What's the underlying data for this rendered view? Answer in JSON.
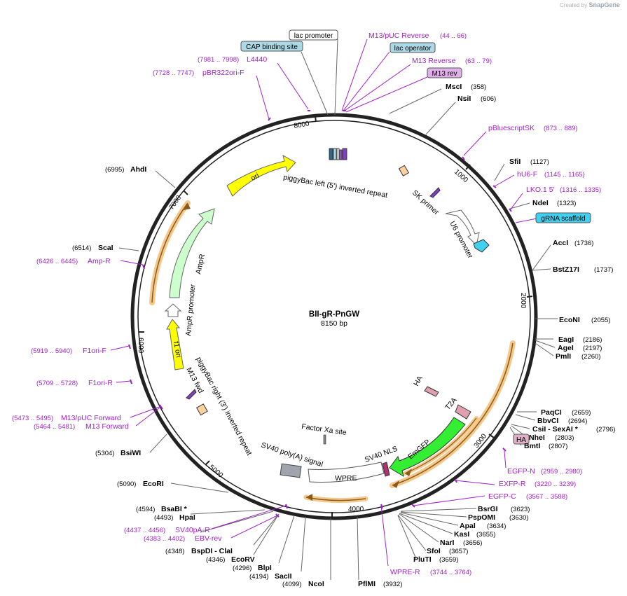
{
  "credit": {
    "prefix": "Created by",
    "brand": "SnapGene"
  },
  "plasmid": {
    "name": "BII-gR-PnGW",
    "size_label": "8150 bp",
    "length": 8150
  },
  "colors": {
    "ori": "#ffff00",
    "ampr": "#ccffcc",
    "promoter": "#ffffff",
    "egfp": "#33ee33",
    "orf": "#ffd8a0",
    "purple": "#a020c8",
    "dark": "#222222",
    "blue_box": "#add8e6",
    "pink_box": "#e0b0d0",
    "cyan_box": "#40d0f0"
  },
  "ticks": [
    "1000",
    "2000",
    "3000",
    "4000",
    "5000",
    "6000",
    "7000",
    "8000"
  ],
  "enzymes_right": [
    {
      "name": "MscI",
      "pos": "(358)"
    },
    {
      "name": "NsiI",
      "pos": "(606)"
    },
    {
      "name": "SfiI",
      "pos": "(1127)"
    },
    {
      "name": "NdeI",
      "pos": "(1323)"
    },
    {
      "name": "AccI",
      "pos": "(1736)"
    },
    {
      "name": "BstZ17I",
      "pos": "(1737)"
    },
    {
      "name": "EcoNI",
      "pos": "(2055)"
    },
    {
      "name": "EagI",
      "pos": "(2186)"
    },
    {
      "name": "AgeI",
      "pos": "(2197)"
    },
    {
      "name": "PmlI",
      "pos": "(2260)"
    },
    {
      "name": "PaqCI",
      "pos": "(2659)"
    },
    {
      "name": "BbvCI",
      "pos": "(2694)"
    },
    {
      "name": "CsiI - SexAI *",
      "pos": "(2796)"
    },
    {
      "name": "NheI",
      "pos": "(2803)"
    },
    {
      "name": "BmtI",
      "pos": "(2807)"
    },
    {
      "name": "BsrGI",
      "pos": "(3623)"
    },
    {
      "name": "PspOMI",
      "pos": "(3630)"
    },
    {
      "name": "ApaI",
      "pos": "(3634)"
    },
    {
      "name": "KasI",
      "pos": "(3655)"
    },
    {
      "name": "NarI",
      "pos": "(3656)"
    },
    {
      "name": "SfoI",
      "pos": "(3657)"
    },
    {
      "name": "PluTI",
      "pos": "(3659)"
    },
    {
      "name": "PflMI",
      "pos": "(3932)"
    }
  ],
  "enzymes_left": [
    {
      "name": "AhdI",
      "pos": "(6995)"
    },
    {
      "name": "ScaI",
      "pos": "(6514)"
    },
    {
      "name": "BsiWI",
      "pos": "(5304)"
    },
    {
      "name": "EcoRI",
      "pos": "(5090)"
    },
    {
      "name": "BsaBI *",
      "pos": "(4594)"
    },
    {
      "name": "HpaI",
      "pos": "(4493)"
    },
    {
      "name": "BspDI - ClaI",
      "pos": "(4348)"
    },
    {
      "name": "EcoRV",
      "pos": "(4346)"
    },
    {
      "name": "BlpI",
      "pos": "(4296)"
    },
    {
      "name": "SacII",
      "pos": "(4194)"
    },
    {
      "name": "NcoI",
      "pos": "(4099)"
    }
  ],
  "primers": [
    {
      "name": "M13/pUC Reverse",
      "pos": "(44 .. 66)"
    },
    {
      "name": "M13 Reverse",
      "pos": "(63 .. 79)"
    },
    {
      "name": "L4440",
      "pos": "(7981 .. 7998)"
    },
    {
      "name": "pBR322ori-F",
      "pos": "(7728 .. 7747)"
    },
    {
      "name": "pBluescriptSK",
      "pos": "(873 .. 889)"
    },
    {
      "name": "hU6-F",
      "pos": "(1145 .. 1165)"
    },
    {
      "name": "LKO.1 5'",
      "pos": "(1316 .. 1335)"
    },
    {
      "name": "EGFP-N",
      "pos": "(2959 .. 2980)"
    },
    {
      "name": "EXFP-R",
      "pos": "(3220 .. 3239)"
    },
    {
      "name": "EGFP-C",
      "pos": "(3567 .. 3588)"
    },
    {
      "name": "WPRE-R",
      "pos": "(3744 .. 3764)"
    },
    {
      "name": "Amp-R",
      "pos": "(6426 .. 6445)"
    },
    {
      "name": "F1ori-F",
      "pos": "(5919 .. 5940)"
    },
    {
      "name": "F1ori-R",
      "pos": "(5709 .. 5728)"
    },
    {
      "name": "M13/pUC Forward",
      "pos": "(5473 .. 5495)"
    },
    {
      "name": "M13 Forward",
      "pos": "(5464 .. 5481)"
    },
    {
      "name": "SV40pA-R",
      "pos": "(4437 .. 4456)"
    },
    {
      "name": "EBV-rev",
      "pos": "(4383 .. 4402)"
    }
  ],
  "boxed": [
    {
      "name": "lac promoter"
    },
    {
      "name": "CAP binding site"
    },
    {
      "name": "lac operator"
    },
    {
      "name": "M13 rev"
    },
    {
      "name": "gRNA scaffold"
    },
    {
      "name": "HA"
    }
  ],
  "features": [
    {
      "name": "ori"
    },
    {
      "name": "piggyBac left (5') inverted repeat"
    },
    {
      "name": "SK primer"
    },
    {
      "name": "U6 promoter"
    },
    {
      "name": "AmpR"
    },
    {
      "name": "AmpR promoter"
    },
    {
      "name": "f1 ori"
    },
    {
      "name": "piggyBac right (3') inverted repeat"
    },
    {
      "name": "M13 fwd"
    },
    {
      "name": "HA"
    },
    {
      "name": "T2A"
    },
    {
      "name": "EmGFP"
    },
    {
      "name": "SV40 NLS"
    },
    {
      "name": "Factor Xa site"
    },
    {
      "name": "SV40 poly(A) signal"
    },
    {
      "name": "WPRE"
    }
  ]
}
